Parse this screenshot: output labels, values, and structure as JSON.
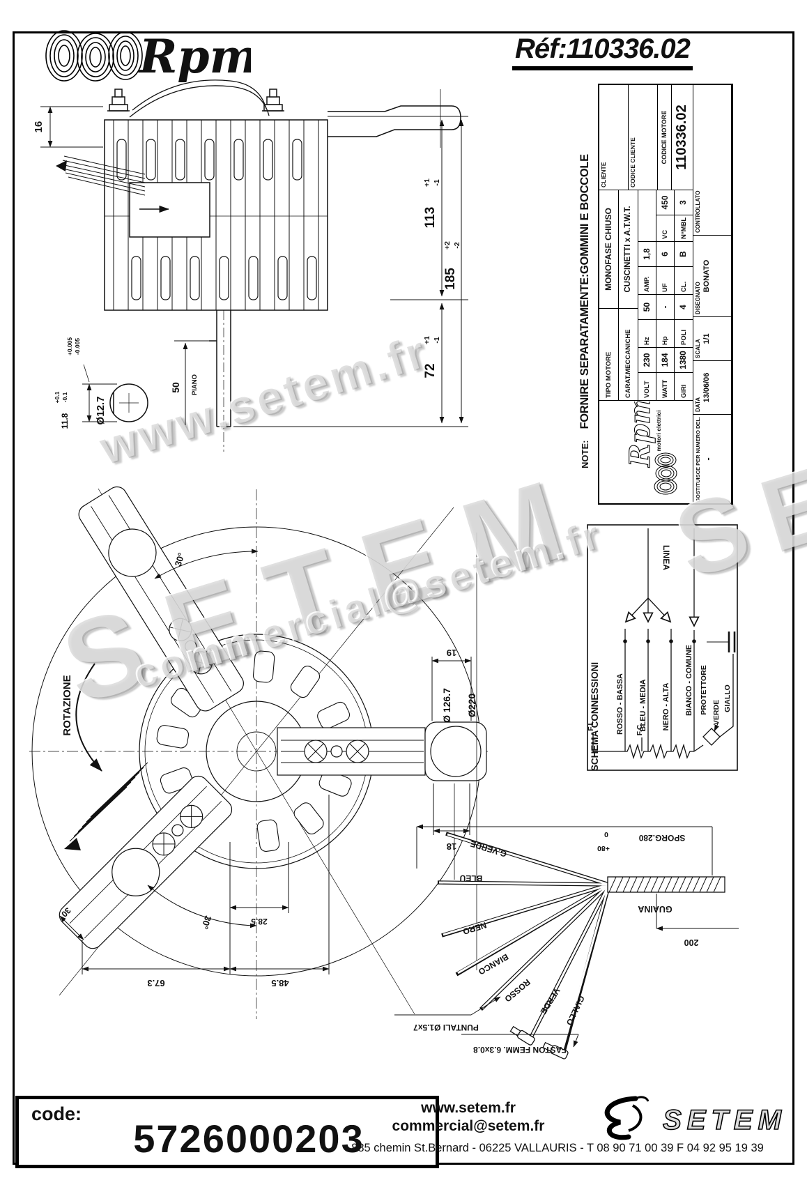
{
  "header": {
    "brand": "Rpm",
    "ref": "Réf:110336.02"
  },
  "side_view": {
    "d16": "16",
    "d113": "113",
    "d185": "185",
    "d72": "72",
    "d50": "50",
    "piano": "PIANO",
    "tol_p1": "+1",
    "tol_m1": "-1",
    "tol_p2": "+2",
    "tol_m2": "-2"
  },
  "detail": {
    "dia": "Ø12.7",
    "tol_p": "+0.005",
    "tol_m": "-0.005",
    "w": "11.8",
    "wtol_p": "+0.1",
    "wtol_m": "-0.1"
  },
  "front_view": {
    "rotazione": "ROTAZIONE",
    "angle_top": "30°",
    "angle_bottom": "30°",
    "d19": "19",
    "d18": "18",
    "d126": "Ø 126.7",
    "d220": "Ø220",
    "d67": "67.3",
    "d48": "48.5",
    "d28": "28.5",
    "d30": "30"
  },
  "schema": {
    "title": "SCHEMA CONNESSIONI",
    "linea": "LINEA",
    "wires": [
      "ROSSO - BASSA",
      "BLEU - MEDIA",
      "NERO - ALTA",
      "BIANCO - COMUNE"
    ],
    "protettore": "PROTETTORE",
    "verde": "VERDE",
    "giallo": "GIALLO",
    "fl": "F.L.",
    "fc": "F.C."
  },
  "cable": {
    "labels": [
      "G.VERDE",
      "BLEU",
      "NERO",
      "BIANCO",
      "ROSSO",
      "VERDE",
      "GIALLO"
    ],
    "guaina": "GUAINA",
    "sporg": "SPORG.280",
    "sporg_plus": "+80",
    "sporg_zero": "0",
    "len200": "200",
    "puntali": "PUNTALI Ø1.5x7",
    "faston": "FASTON FEMM. 6.3x0.8"
  },
  "title_block": {
    "note": "NOTE:",
    "fornire": "FORNIRE SEPARATAMENTE:GOMMINI E BOCCOLE",
    "logo": "Rpm",
    "logo_sub": "motori elettrici",
    "tipo_label": "TIPO MOTORE",
    "tipo": "MONOFASE CHIUSO",
    "carat_label": "CARAT.MECCANICHE",
    "carat": "CUSCINETTI x A.T.W.T.",
    "volt_label": "VOLT",
    "volt": "230",
    "hz_label": "Hz",
    "hz": "50",
    "amp_label": "AMP.",
    "amp": "1,8",
    "watt_label": "WATT",
    "watt": "184",
    "hp_label": "Hp",
    "hp": "-",
    "uf_label": "UF",
    "uf": "6",
    "vc_label": "VC",
    "vc": "450",
    "giri_label": "GIRI",
    "giri": "1380",
    "poli_label": "POLI",
    "poli": "4",
    "cl_label": "CL.",
    "cl": "B",
    "mbl_label": "N°MBL",
    "mbl": "3",
    "cliente_label": "CLIENTE",
    "codice_cliente_label": "CODICE CLIENTE",
    "codice_motore_label": "CODICE MOTORE",
    "codice_motore": "110336.02",
    "sost_label": "SOSTITUISCE PER NUMERO DEL.",
    "sost": "-",
    "data_label": "DATA",
    "data": "13/06/06",
    "scala_label": "SCALA",
    "scala": "1/1",
    "disegnato_label": "DISEGNATO",
    "disegnato": "BONATO",
    "controllato_label": "CONTROLLATO"
  },
  "watermarks": {
    "w1": "www.setem.fr",
    "w2": "SETEM",
    "w3": "commercial@setem.fr",
    "w4": "SETEM"
  },
  "footer": {
    "code_label": "code:",
    "code": "5726000203",
    "site": "www.setem.fr",
    "email": "commercial@setem.fr",
    "address": "885 chemin St.Bernard  -  06225 VALLAURIS  -  T 08 90 71 00 39   F 04 92 95 19 39",
    "brand": "SETEM"
  }
}
